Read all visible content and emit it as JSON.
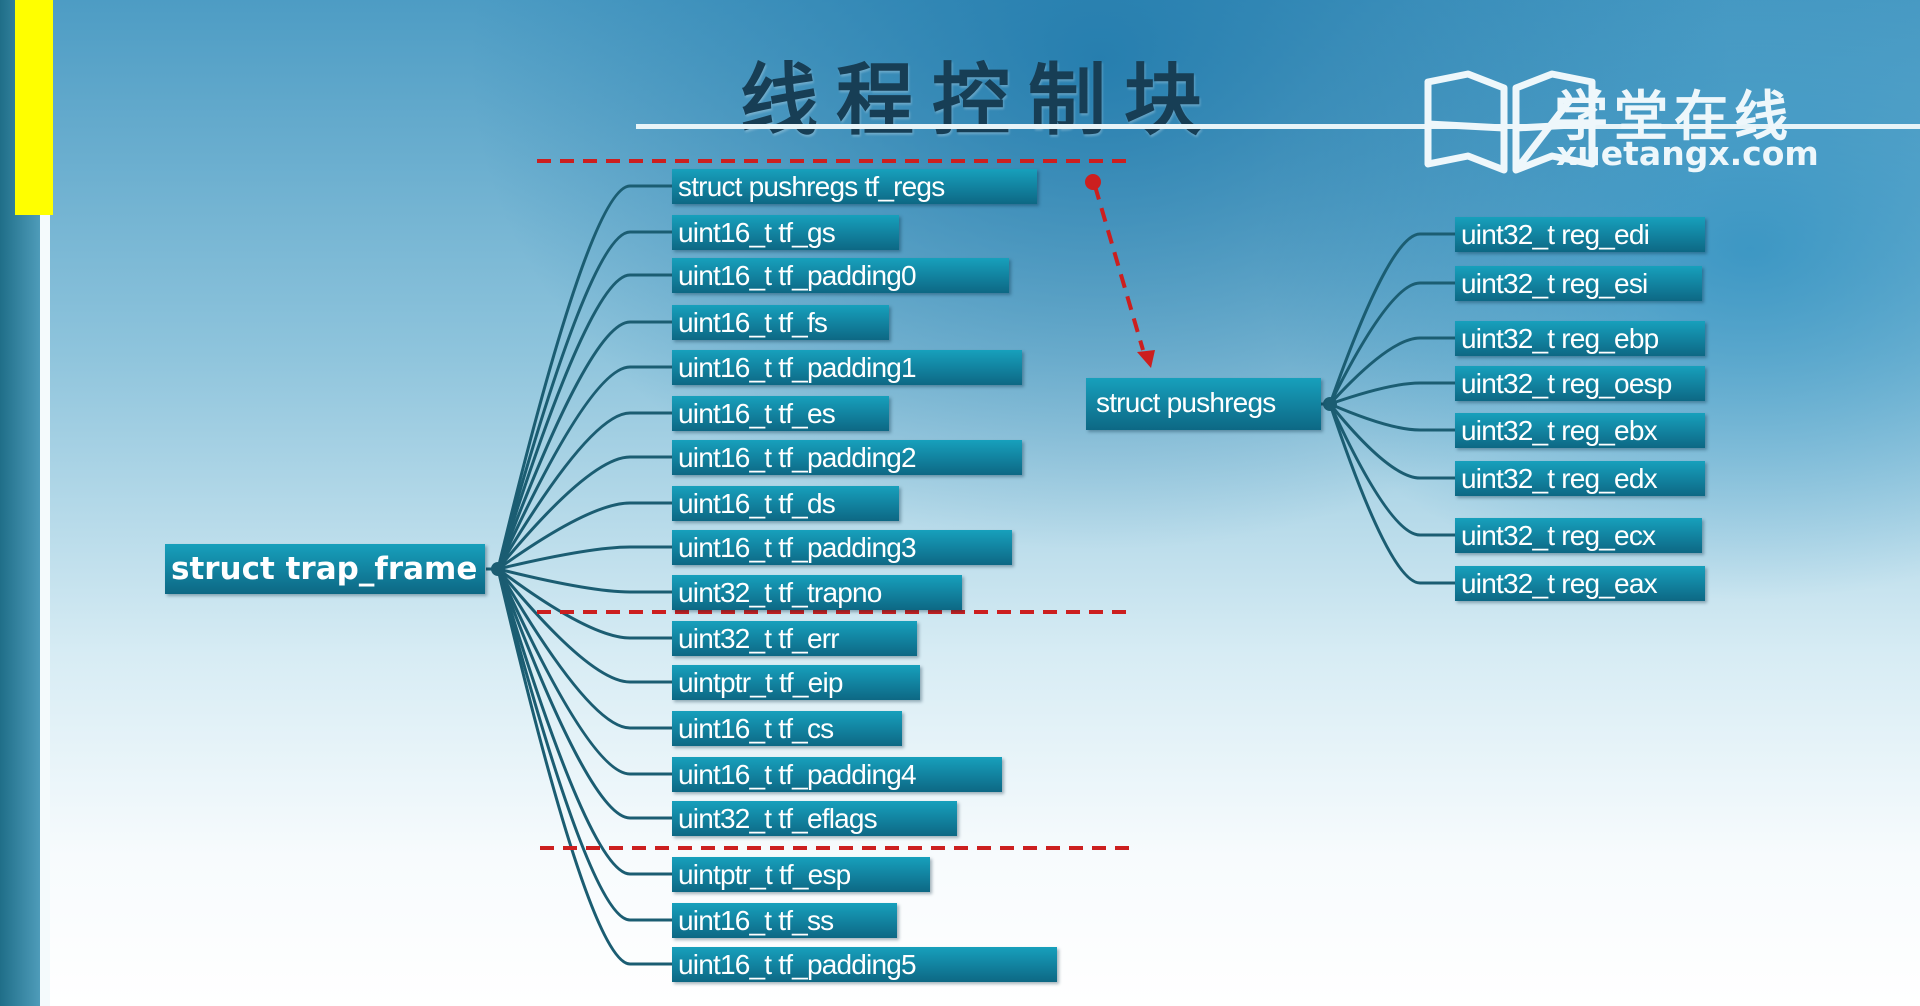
{
  "title": "线程控制块",
  "logo": {
    "name_cn": "学堂在线",
    "name_en": "xuetangx.com"
  },
  "colors": {
    "node": "#117e9b",
    "connector": "#1b5d72",
    "separator": "#cc1f1f",
    "accent": "#ffff00"
  },
  "trap_frame": {
    "root": "struct trap_frame",
    "fields": [
      "struct pushregs tf_regs",
      "uint16_t tf_gs",
      "uint16_t tf_padding0",
      "uint16_t tf_fs",
      "uint16_t tf_padding1",
      "uint16_t tf_es",
      "uint16_t tf_padding2",
      "uint16_t tf_ds",
      "uint16_t tf_padding3",
      "uint32_t tf_trapno",
      "uint32_t tf_err",
      "uintptr_t tf_eip",
      "uint16_t tf_cs",
      "uint16_t tf_padding4",
      "uint32_t tf_eflags",
      "uintptr_t tf_esp",
      "uint16_t tf_ss",
      "uint16_t tf_padding5"
    ]
  },
  "pushregs": {
    "root": "struct pushregs",
    "fields": [
      "uint32_t reg_edi",
      "uint32_t reg_esi",
      "uint32_t reg_ebp",
      "uint32_t reg_oesp",
      "uint32_t reg_ebx",
      "uint32_t reg_edx",
      "uint32_t reg_ecx",
      "uint32_t reg_eax"
    ]
  }
}
